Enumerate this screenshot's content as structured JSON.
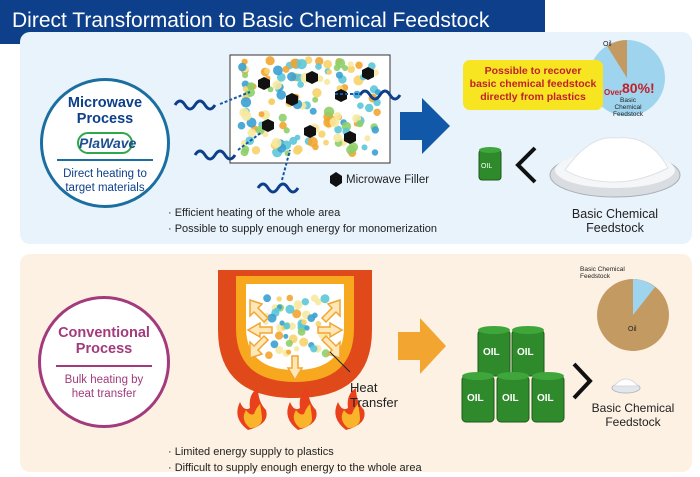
{
  "title": "Direct Transformation to Basic Chemical Feedstock",
  "microwave": {
    "title_line1": "Microwave",
    "title_line2": "Process",
    "logo_text": "PlaWave",
    "desc_line1": "Direct heating to",
    "desc_line2": "target materials",
    "filler_label": "Microwave Filler",
    "bullets": [
      "· Efficient heating of the whole area",
      "· Possible to supply enough energy for monomerization"
    ],
    "callout_line1": "Possible to recover",
    "callout_line2": "basic chemical feedstock",
    "callout_line3": "directly from plastics",
    "pie": {
      "oil_label": "Oil",
      "over_label": "Over",
      "percent": "80%!",
      "feed_label_1": "Basic Chemical",
      "feed_label_2": "Feedstock",
      "feedstock_fraction": 0.85
    },
    "drum_label": "OIL",
    "product_line1": "Basic Chemical",
    "product_line2": "Feedstock"
  },
  "conventional": {
    "title_line1": "Conventional",
    "title_line2": "Process",
    "desc_line1": "Bulk heating by",
    "desc_line2": "heat transfer",
    "heat_line1": "Heat",
    "heat_line2": "Transfer",
    "bullets": [
      "· Limited energy supply to plastics",
      "· Difficult to supply enough energy to the whole area"
    ],
    "pie": {
      "feed_label_1": "Basic Chemical",
      "feed_label_2": "Feedstock",
      "oil_label": "Oil",
      "feedstock_fraction": 0.1
    },
    "drum_label": "OIL",
    "product_line1": "Basic Chemical",
    "product_line2": "Feedstock"
  },
  "colors": {
    "header": "#0d3f8a",
    "arrow_blue": "#1258a8",
    "arrow_orange": "#f2a531",
    "drum_green": "#2f8a2c",
    "pie_feedstock": "#9fd4ee",
    "pie_oil": "#c39b62"
  }
}
